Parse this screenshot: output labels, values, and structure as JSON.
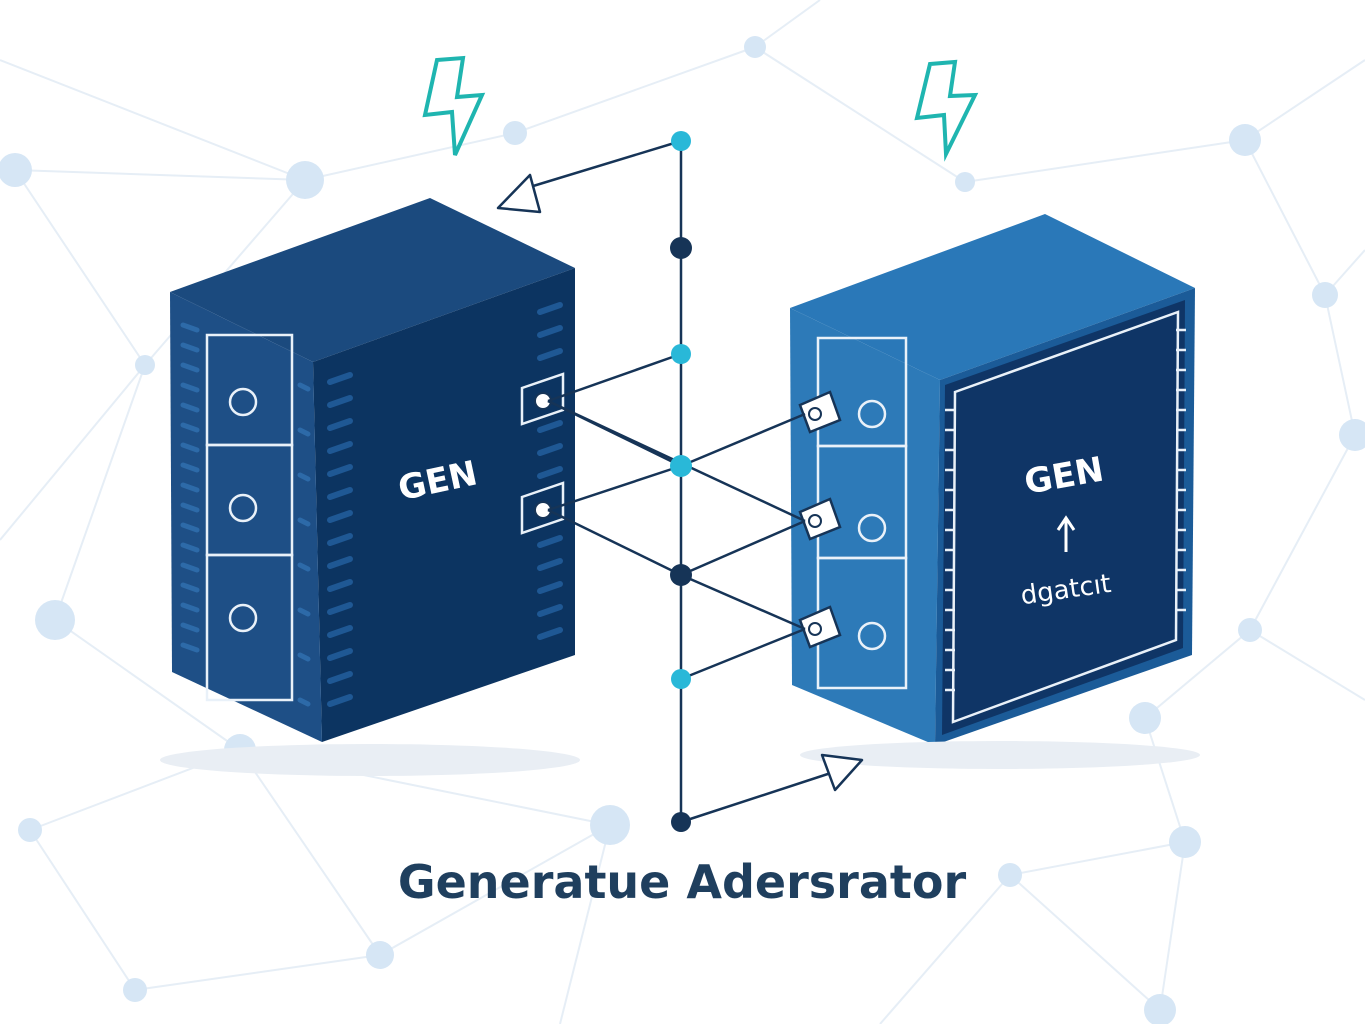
{
  "diagram": {
    "caption": "Generatue Adersrator",
    "left_server": {
      "label": "GEN"
    },
    "right_server": {
      "label": "GEN",
      "sub_label": "dgatcıt"
    }
  },
  "colors": {
    "background": "#ffffff",
    "network": "#d6e6f5",
    "server_dark": "#0d3a6b",
    "server_front": "#1e4f86",
    "right_front": "#2d7ab8",
    "right_panel": "#163f72",
    "accent_cyan": "#29b8d8",
    "node_dark": "#163457",
    "bolt": "#1fb5b0",
    "caption": "#1f3f5e"
  },
  "icons": [
    "lightning-bolt-icon",
    "lightning-bolt-icon",
    "arrow-up-icon",
    "arrow-left-icon",
    "arrow-right-icon"
  ]
}
